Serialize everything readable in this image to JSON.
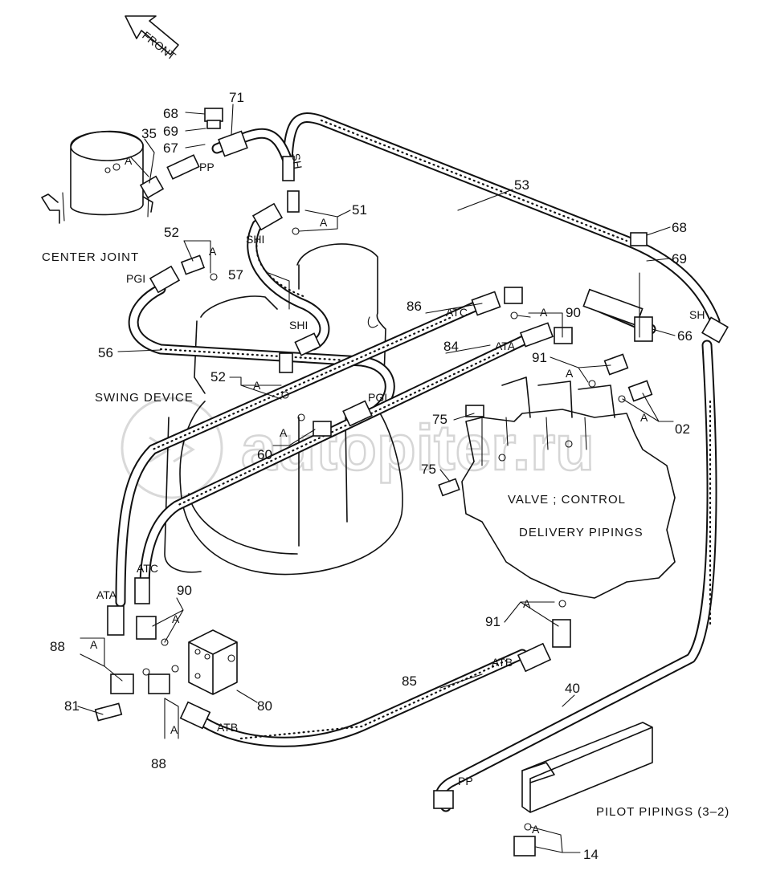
{
  "front_arrow": {
    "label": "FRONT"
  },
  "component_labels": {
    "center_joint": "CENTER JOINT",
    "swing_device": "SWING DEVICE",
    "valve_control": "VALVE ; CONTROL",
    "delivery_pipings": "DELIVERY PIPINGS",
    "pilot_pipings": "PILOT PIPINGS (3–2)"
  },
  "watermark": "autopiter.ru",
  "part_numbers": [
    "02",
    "14",
    "35",
    "40",
    "51",
    "52",
    "52",
    "53",
    "56",
    "57",
    "60",
    "66",
    "67",
    "68",
    "68",
    "69",
    "69",
    "71",
    "75",
    "75",
    "80",
    "81",
    "84",
    "85",
    "86",
    "88",
    "88",
    "90",
    "90",
    "91",
    "91"
  ],
  "callouts": [
    {
      "id": "p68a",
      "text": "68"
    },
    {
      "id": "p69a",
      "text": "69"
    },
    {
      "id": "p67",
      "text": "67"
    },
    {
      "id": "p71",
      "text": "71"
    },
    {
      "id": "p35",
      "text": "35"
    },
    {
      "id": "p53",
      "text": "53"
    },
    {
      "id": "p51",
      "text": "51"
    },
    {
      "id": "p52a",
      "text": "52"
    },
    {
      "id": "p57",
      "text": "57"
    },
    {
      "id": "p68b",
      "text": "68"
    },
    {
      "id": "p69b",
      "text": "69"
    },
    {
      "id": "p86",
      "text": "86"
    },
    {
      "id": "p90a",
      "text": "90"
    },
    {
      "id": "p66",
      "text": "66"
    },
    {
      "id": "p84",
      "text": "84"
    },
    {
      "id": "p91a",
      "text": "91"
    },
    {
      "id": "p56",
      "text": "56"
    },
    {
      "id": "p52b",
      "text": "52"
    },
    {
      "id": "p02",
      "text": "02"
    },
    {
      "id": "p75a",
      "text": "75"
    },
    {
      "id": "p60",
      "text": "60"
    },
    {
      "id": "p75b",
      "text": "75"
    },
    {
      "id": "p90b",
      "text": "90"
    },
    {
      "id": "p91b",
      "text": "91"
    },
    {
      "id": "p88a",
      "text": "88"
    },
    {
      "id": "p85",
      "text": "85"
    },
    {
      "id": "p40",
      "text": "40"
    },
    {
      "id": "p80",
      "text": "80"
    },
    {
      "id": "p81",
      "text": "81"
    },
    {
      "id": "p88b",
      "text": "88"
    },
    {
      "id": "p14",
      "text": "14"
    }
  ],
  "port_tags": [
    {
      "id": "t-pp1",
      "text": "PP"
    },
    {
      "id": "t-sh1",
      "text": "SH"
    },
    {
      "id": "t-sh1b",
      "text": "SHI"
    },
    {
      "id": "t-sh1c",
      "text": "SHI"
    },
    {
      "id": "t-pg1a",
      "text": "PGI"
    },
    {
      "id": "t-pg1b",
      "text": "PGI"
    },
    {
      "id": "t-atc1",
      "text": "ATC"
    },
    {
      "id": "t-ata1",
      "text": "ATA"
    },
    {
      "id": "t-sh2",
      "text": "SH"
    },
    {
      "id": "t-atc2",
      "text": "ATC"
    },
    {
      "id": "t-ata2",
      "text": "ATA"
    },
    {
      "id": "t-atb1",
      "text": "ATB"
    },
    {
      "id": "t-atb2",
      "text": "ATB"
    },
    {
      "id": "t-pp2",
      "text": "PP"
    }
  ],
  "a_marks": [
    "A",
    "A",
    "A",
    "A",
    "A",
    "A",
    "A",
    "A",
    "A",
    "A",
    "A",
    "A",
    "A",
    "A"
  ]
}
